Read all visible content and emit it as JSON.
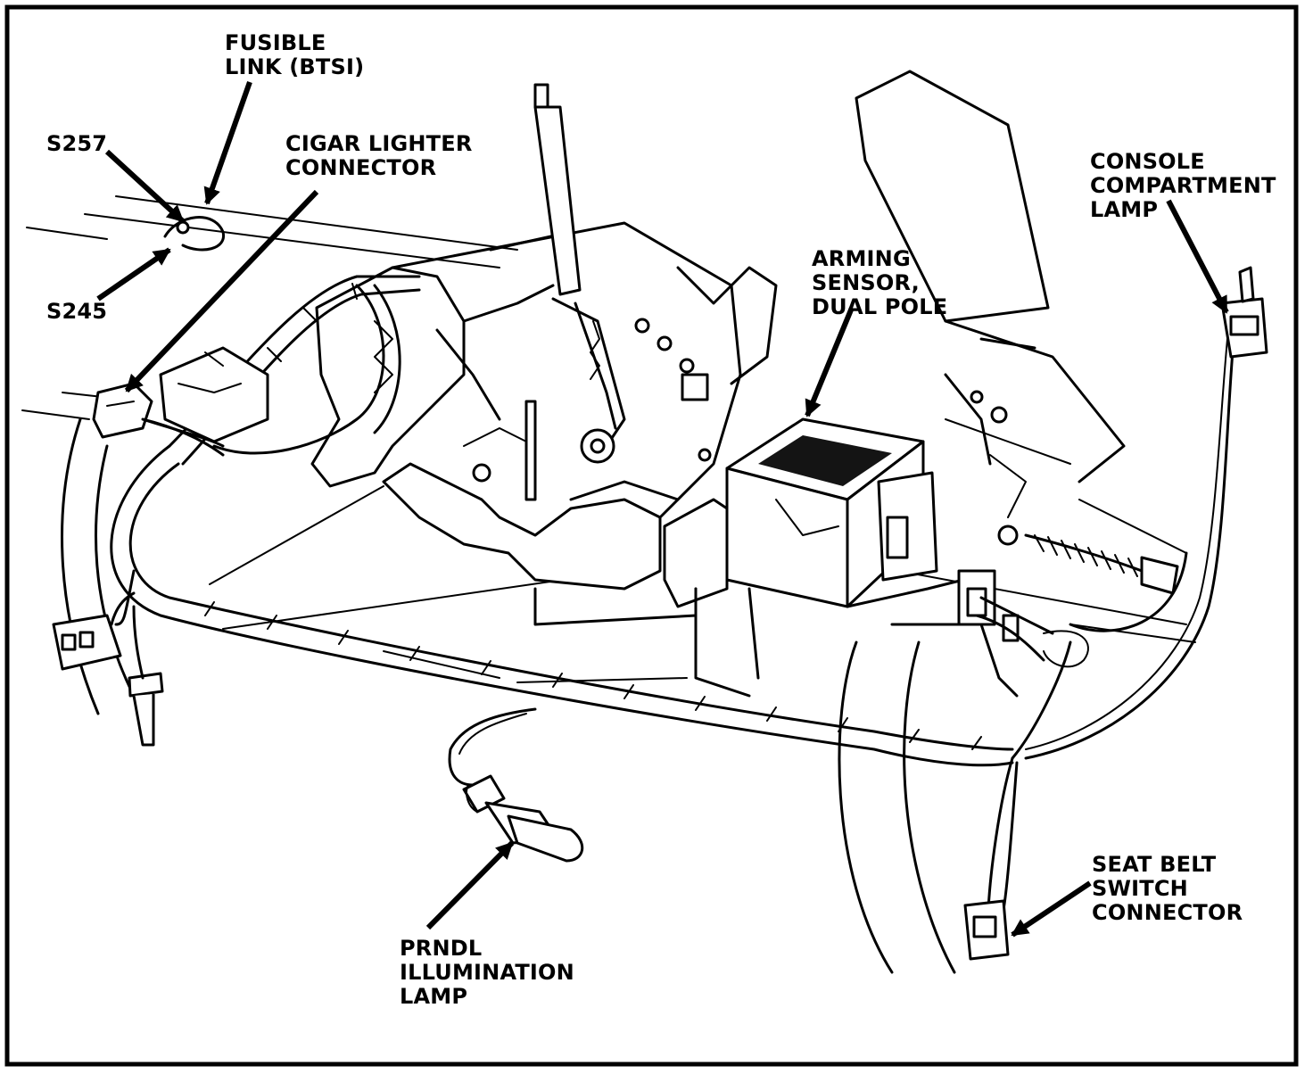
{
  "callouts": {
    "fusible_link": [
      "FUSIBLE",
      "LINK (BTSI)"
    ],
    "s257": "S257",
    "s245": "S245",
    "cigar_lighter": [
      "CIGAR LIGHTER",
      "CONNECTOR"
    ],
    "arming_sensor": [
      "ARMING",
      "SENSOR,",
      "DUAL POLE"
    ],
    "console_lamp": [
      "CONSOLE",
      "COMPARTMENT",
      "LAMP"
    ],
    "seat_belt": [
      "SEAT BELT",
      "SWITCH",
      "CONNECTOR"
    ],
    "prndl": [
      "PRNDL",
      "ILLUMINATION",
      "LAMP"
    ]
  }
}
